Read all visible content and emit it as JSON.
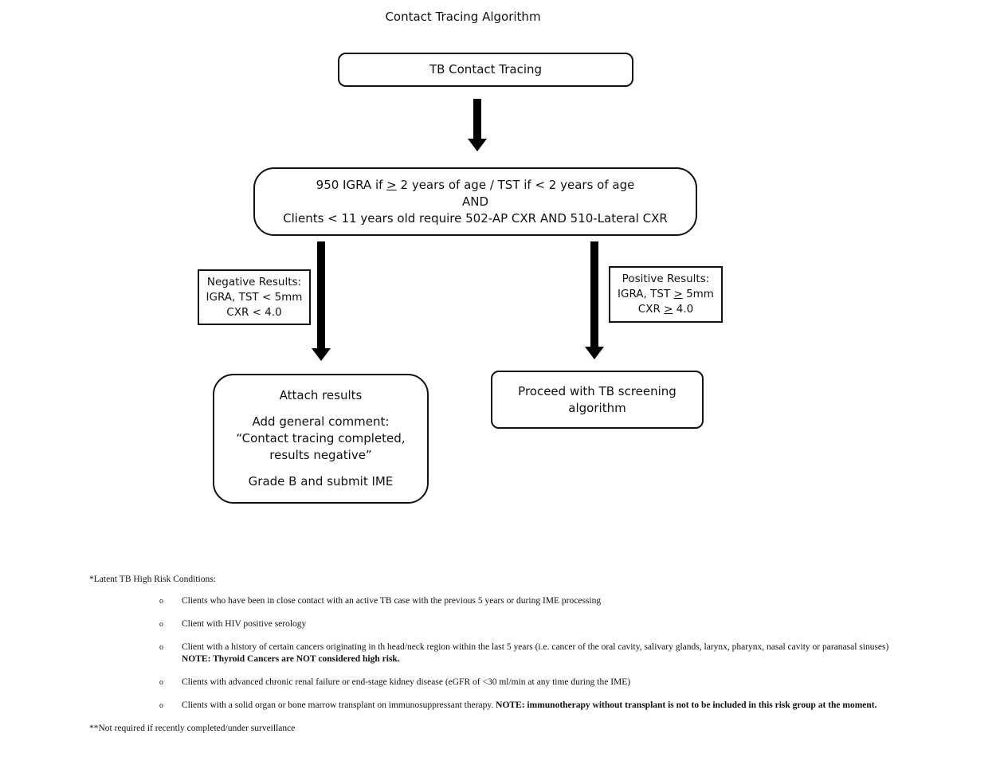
{
  "title": "Contact Tracing Algorithm",
  "nodes": {
    "start": {
      "label": "TB Contact Tracing"
    },
    "testing": {
      "line1_a": "950 IGRA if ",
      "line1_ge": ">",
      "line1_b": " 2 years of age / TST if < 2 years of age",
      "line2": "AND",
      "line3": "Clients < 11 years old require 502-AP CXR AND 510-Lateral CXR"
    },
    "negative": {
      "line1": "Negative Results:",
      "line2": "IGRA, TST < 5mm",
      "line3": "CXR < 4.0"
    },
    "positive": {
      "line1": "Positive Results:",
      "line2_a": "IGRA, TST ",
      "line2_ge": ">",
      "line2_b": " 5mm",
      "line3_a": "CXR ",
      "line3_ge": ">",
      "line3_b": " 4.0"
    },
    "attach": {
      "line1": "Attach results",
      "line2": "Add general comment:",
      "line3": "“Contact tracing completed,",
      "line4": "results negative”",
      "line5": "Grade B and submit IME"
    },
    "proceed": {
      "line1": "Proceed with TB screening",
      "line2": "algorithm"
    }
  },
  "notes": {
    "heading": "*Latent TB High Risk Conditions:",
    "bullet_symbol": "o",
    "items": [
      {
        "text": "Clients who have been in close contact with an active TB case with the previous 5 years or during IME processing",
        "bold": ""
      },
      {
        "text": "Client with HIV positive serology",
        "bold": ""
      },
      {
        "text": "Client with a history of certain cancers originating in th head/neck region within the last 5 years (i.e. cancer of  the oral cavity, salivary glands, larynx, pharynx, nasal cavity or paranasal sinuses) ",
        "bold": "NOTE: Thyroid Cancers are NOT considered high risk."
      },
      {
        "text": "Clients with advanced chronic renal failure or end-stage kidney disease (eGFR of <30 ml/min at any time during the IME)",
        "bold": ""
      },
      {
        "text": " Clients with a solid organ or bone marrow transplant on immunosuppressant therapy. ",
        "bold": "NOTE: immunotherapy without transplant is not to be included in this risk group at the moment."
      }
    ],
    "footer": "**Not required if recently completed/under surveillance"
  }
}
